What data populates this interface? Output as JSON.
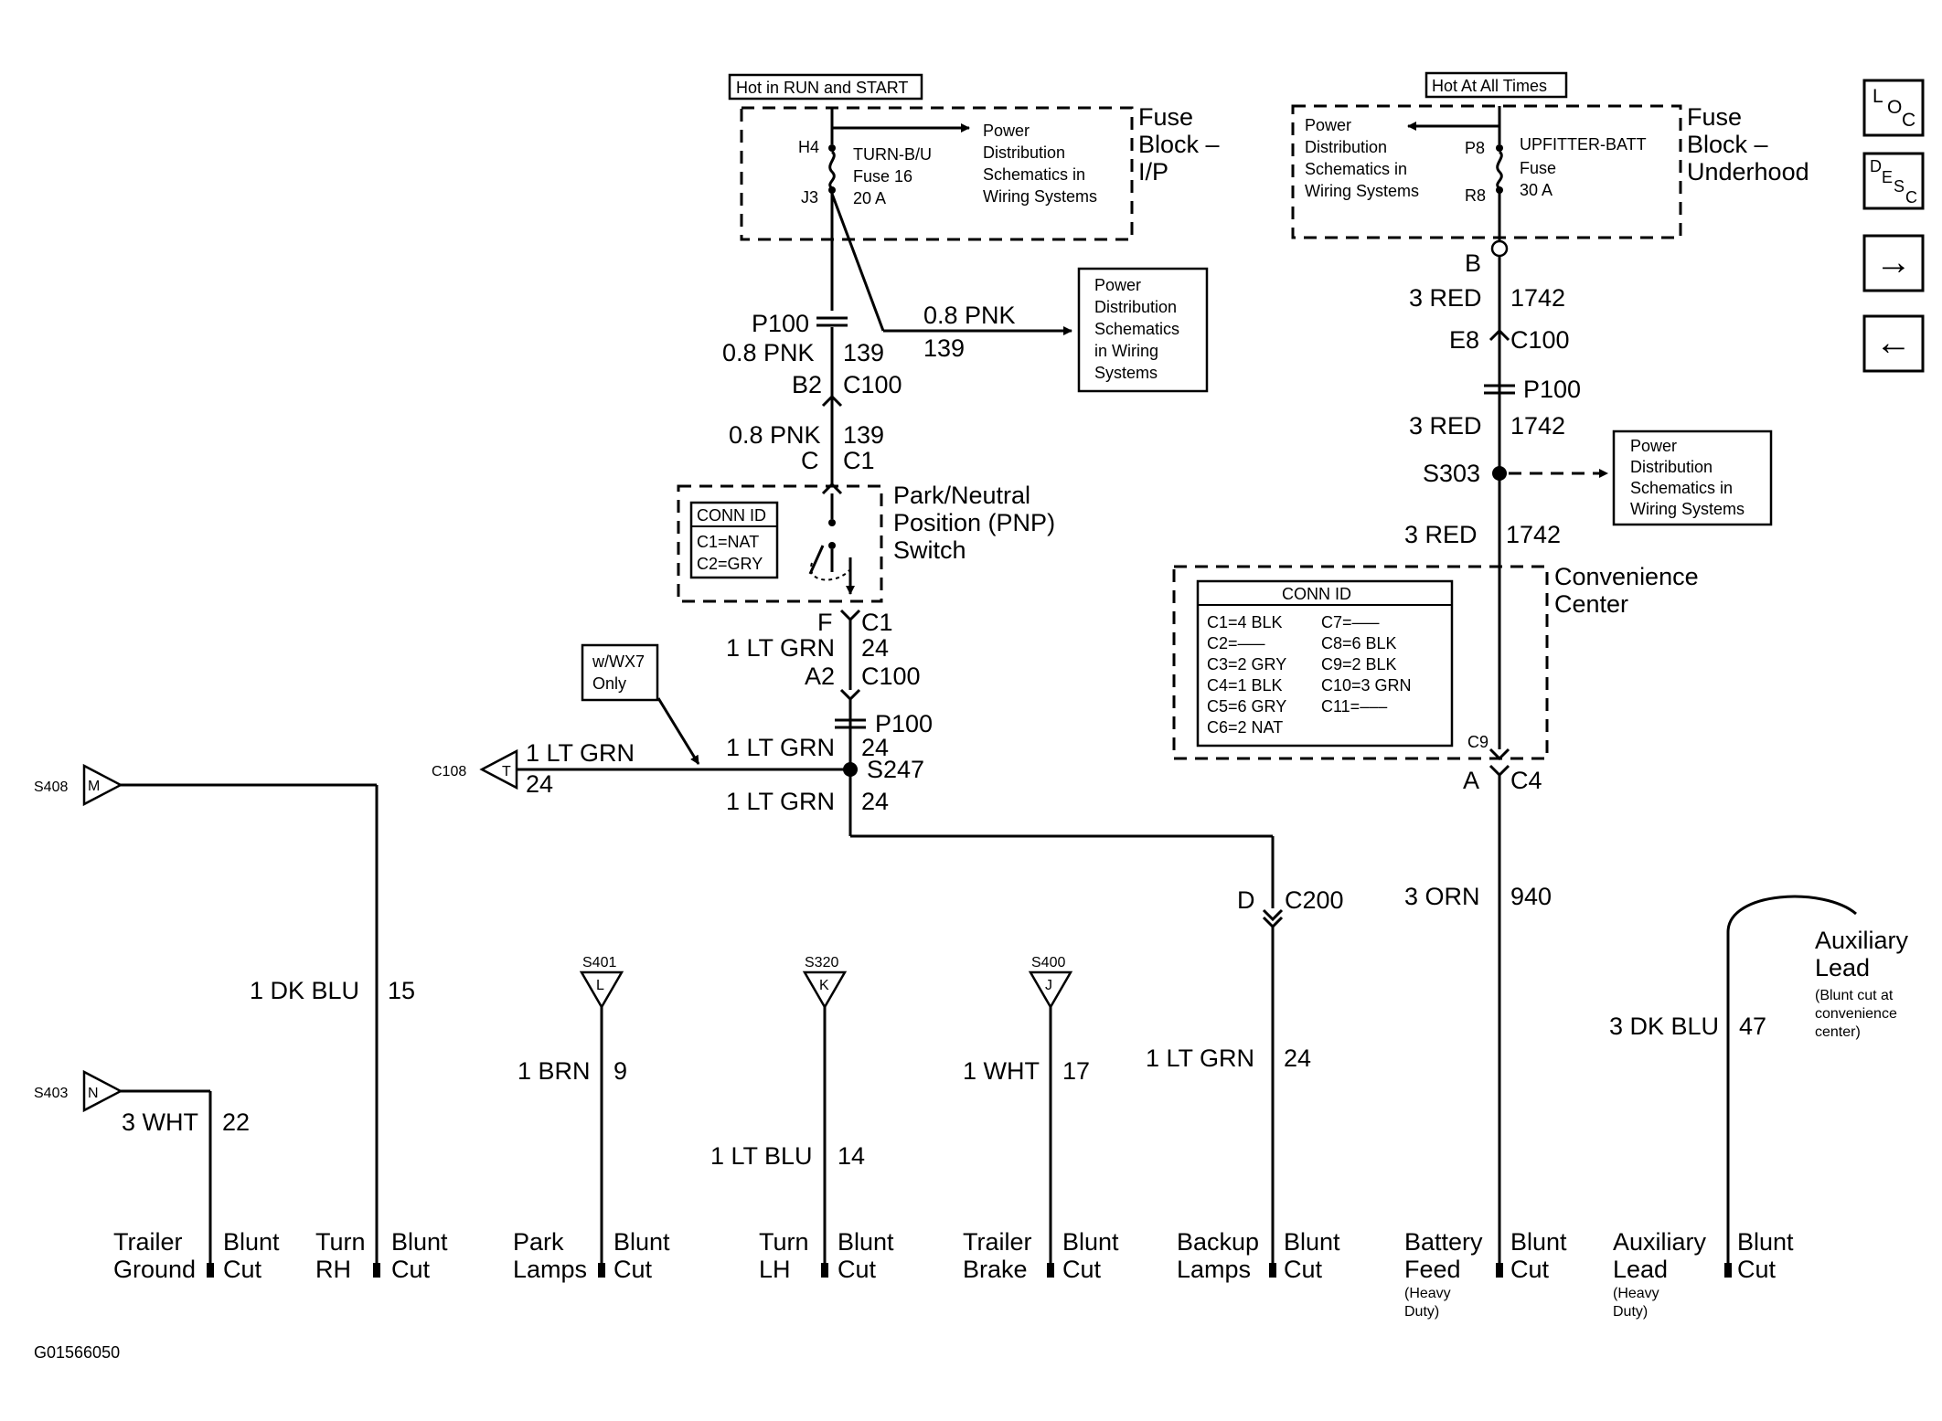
{
  "fuse_ip": {
    "hot_label": "Hot in RUN and START",
    "block_label": [
      "Fuse",
      "Block –",
      "I/P"
    ],
    "pin_in": "H4",
    "pin_out": "J3",
    "fuse_name": "TURN-B/U",
    "fuse_num": "Fuse 16",
    "fuse_rating": "20 A",
    "pd_text": [
      "Power",
      "Distribution",
      "Schematics in",
      "Wiring Systems"
    ]
  },
  "fuse_uh": {
    "hot_label": "Hot At All Times",
    "block_label": [
      "Fuse",
      "Block –",
      "Underhood"
    ],
    "pin_in": "P8",
    "pin_out": "R8",
    "fuse_name": "UPFITTER-BATT",
    "fuse_num": "Fuse",
    "fuse_rating": "30 A",
    "pd_text": [
      "Power",
      "Distribution",
      "Schematics in",
      "Wiring Systems"
    ]
  },
  "pd_box_mid": [
    "Power",
    "Distribution",
    "Schematics",
    "in Wiring",
    "Systems"
  ],
  "pd_box_right": [
    "Power",
    "Distribution",
    "Schematics in",
    "Wiring Systems"
  ],
  "circuit_139": {
    "p100": "P100",
    "wire_a": "0.8 PNK",
    "ckt_a": "139",
    "branch_wire": "0.8 PNK",
    "branch_ckt": "139",
    "pin_b2": "B2",
    "conn_c100": "C100",
    "wire_b": "0.8 PNK",
    "ckt_b": "139",
    "pin_c": "C",
    "conn_c1": "C1"
  },
  "pnp_switch": {
    "label": [
      "Park/Neutral",
      "Position (PNP)",
      "Switch"
    ],
    "conn_id": {
      "title": "CONN ID",
      "rows": [
        "C1=NAT",
        "C2=GRY"
      ]
    }
  },
  "circuit_24": {
    "pin_f": "F",
    "conn_c1": "C1",
    "wire_a": "1 LT GRN",
    "ckt_a": "24",
    "pin_a2": "A2",
    "conn_c100": "C100",
    "p100": "P100",
    "wire_b": "1 LT GRN",
    "ckt_b": "24",
    "splice": "S247",
    "wire_c": "1 LT GRN",
    "ckt_c": "24",
    "branch_wire": "1 LT GRN",
    "branch_ckt": "24",
    "branch_conn": "C108",
    "branch_pin": "T",
    "option": [
      "w/WX7",
      "Only"
    ],
    "pin_d": "D",
    "conn_c200": "C200",
    "wire_d": "1 LT GRN",
    "ckt_d": "24"
  },
  "circuit_1742": {
    "pin_b": "B",
    "wire_a": "3 RED",
    "ckt_a": "1742",
    "pin_e8": "E8",
    "conn_c100": "C100",
    "p100": "P100",
    "wire_b": "3 RED",
    "ckt_b": "1742",
    "splice": "S303",
    "wire_c": "3 RED",
    "ckt_c": "1742",
    "pin_c9": "C9",
    "pin_a": "A",
    "conn_c4": "C4",
    "wire_d": "3 ORN",
    "ckt_d": "940"
  },
  "convenience_center": {
    "label": [
      "Convenience",
      "Center"
    ],
    "conn_id_title": "CONN ID",
    "left_col": [
      "C1=4 BLK",
      "C2=–––",
      "C3=2 GRY",
      "C4=1 BLK",
      "C5=6 GRY",
      "C6=2 NAT"
    ],
    "right_col": [
      "C7=–––",
      "C8=6 BLK",
      "C9=2 BLK",
      "C10=3 GRN",
      "C11=–––"
    ]
  },
  "splices": {
    "s408": {
      "name": "S408",
      "pin": "M",
      "wire": "1 DK BLU",
      "ckt": "15"
    },
    "s403": {
      "name": "S403",
      "pin": "N",
      "wire": "3 WHT",
      "ckt": "22"
    },
    "s401": {
      "name": "S401",
      "pin": "L",
      "wire": "1 BRN",
      "ckt": "9"
    },
    "s320": {
      "name": "S320",
      "pin": "K",
      "wire": "1 LT BLU",
      "ckt": "14"
    },
    "s400": {
      "name": "S400",
      "pin": "J",
      "wire": "1 WHT",
      "ckt": "17"
    }
  },
  "aux": {
    "label": [
      "Auxiliary",
      "Lead"
    ],
    "note": [
      "(Blunt cut at",
      "convenience",
      "center)"
    ],
    "wire": "3 DK BLU",
    "ckt": "47"
  },
  "bottom_labels": {
    "trailer_ground": [
      "Trailer",
      "Ground"
    ],
    "turn_rh": [
      "Turn",
      "RH"
    ],
    "park_lamps": [
      "Park",
      "Lamps"
    ],
    "turn_lh": [
      "Turn",
      "LH"
    ],
    "trailer_brake": [
      "Trailer",
      "Brake"
    ],
    "backup_lamps": [
      "Backup",
      "Lamps"
    ],
    "battery_feed": [
      "Battery",
      "Feed"
    ],
    "battery_feed_sub": [
      "(Heavy",
      "Duty)"
    ],
    "aux_lead": [
      "Auxiliary",
      "Lead"
    ],
    "aux_lead_sub": [
      "(Heavy",
      "Duty)"
    ],
    "blunt": "Blunt",
    "cut": "Cut"
  },
  "nav": {
    "loc": [
      "L",
      "O",
      "C"
    ],
    "desc": [
      "D",
      "E",
      "S",
      "C"
    ],
    "next": "→",
    "prev": "←"
  },
  "figure_id": "G01566050"
}
